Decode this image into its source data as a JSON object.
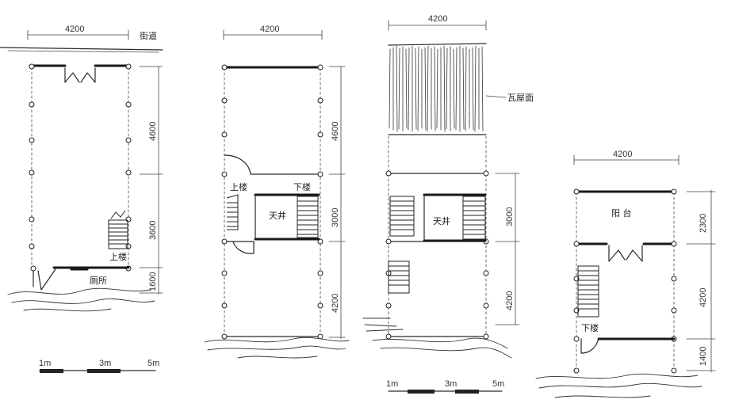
{
  "plans": [
    {
      "width_dim": "4200",
      "street_label": "街道",
      "depths": [
        "4600",
        "3600",
        "1600"
      ],
      "labels": {
        "up_stairs": "上楼",
        "toilet": "厕所"
      },
      "scale": [
        "1m",
        "3m",
        "5m"
      ]
    },
    {
      "width_dim": "4200",
      "depths": [
        "4600",
        "3000",
        "4200"
      ],
      "labels": {
        "up_stairs": "上楼",
        "down_stairs": "下楼",
        "courtyard": "天井"
      }
    },
    {
      "width_dim": "4200",
      "roof_label": "瓦屋面",
      "depths": [
        "3000",
        "4200"
      ],
      "labels": {
        "courtyard": "天井"
      },
      "scale": [
        "1m",
        "3m",
        "5m"
      ]
    },
    {
      "width_dim": "4200",
      "depths": [
        "2300",
        "4200",
        "1400"
      ],
      "labels": {
        "balcony": "阳 台",
        "down_stairs": "下楼"
      }
    }
  ]
}
